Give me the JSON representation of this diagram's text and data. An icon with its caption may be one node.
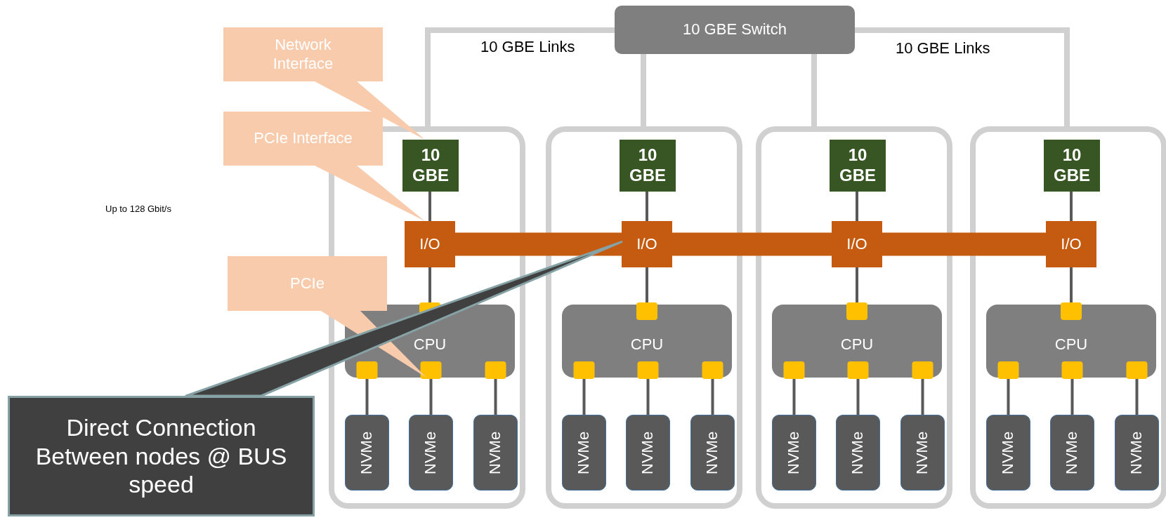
{
  "diagram": {
    "nodes": [
      {
        "text": [
          "10 GBE Switch"
        ]
      },
      {
        "text": [
          "Network Interface"
        ]
      },
      {
        "text": [
          "PCIe Interface"
        ]
      },
      {
        "text": [
          "PCIe"
        ]
      },
      {
        "text": [
          "Direct Connection Between nodes @ BUS speed"
        ]
      },
      {
        "text": [],
        "shape": "box"
      },
      {
        "text": [
          "10 GBE"
        ],
        "in": 5
      },
      {
        "text": [
          "I/O"
        ],
        "in": 5
      },
      {
        "text": [
          "CPU"
        ],
        "in": 5
      },
      {
        "text": [
          "NVMe"
        ],
        "in": 5
      },
      {
        "text": [
          "NVMe"
        ],
        "in": 5
      },
      {
        "text": [
          "NVMe"
        ],
        "in": 5
      },
      {
        "text": [],
        "shape": "box"
      },
      {
        "text": [
          "10 GBE"
        ],
        "in": 12
      },
      {
        "text": [
          "I/O"
        ],
        "in": 12
      },
      {
        "text": [
          "CPU"
        ],
        "in": 12
      },
      {
        "text": [
          "NVMe"
        ],
        "in": 12
      },
      {
        "text": [
          "NVMe"
        ],
        "in": 12
      },
      {
        "text": [
          "NVMe"
        ],
        "in": 12
      },
      {
        "text": [],
        "shape": "box"
      },
      {
        "text": [
          "10 GBE"
        ],
        "in": 19
      },
      {
        "text": [
          "I/O"
        ],
        "in": 19
      },
      {
        "text": [
          "CPU"
        ],
        "in": 19
      },
      {
        "text": [
          "NVMe"
        ],
        "in": 19
      },
      {
        "text": [
          "NVMe"
        ],
        "in": 19
      },
      {
        "text": [
          "NVMe"
        ],
        "in": 19
      },
      {
        "text": [],
        "shape": "box"
      },
      {
        "text": [
          "10 GBE"
        ],
        "in": 26
      },
      {
        "text": [
          "I/O"
        ],
        "in": 26
      },
      {
        "text": [
          "CPU"
        ],
        "in": 26
      },
      {
        "text": [
          "NVMe"
        ],
        "in": 26
      },
      {
        "text": [
          "NVMe"
        ],
        "in": 26
      },
      {
        "text": [
          "NVMe"
        ],
        "in": 26
      }
    ],
    "edges": [
      {
        "from": 0,
        "to": 5,
        "arrow": "none",
        "style": "thick",
        "color": "#d0d0d0"
      },
      {
        "from": 0,
        "to": 12,
        "arrow": "none",
        "style": "thick",
        "color": "#d0d0d0"
      },
      {
        "from": 0,
        "to": 19,
        "arrow": "none",
        "style": "thick",
        "color": "#d0d0d0"
      },
      {
        "from": 0,
        "to": 26,
        "arrow": "none",
        "style": "thick",
        "color": "#d0d0d0"
      },
      {
        "from": 1,
        "to": 6,
        "arrow": "none",
        "color": "#f8cbad"
      },
      {
        "from": 2,
        "to": 7,
        "arrow": "none",
        "color": "#f8cbad"
      },
      {
        "from": 3,
        "to": 8,
        "arrow": "none",
        "color": "#f8cbad"
      },
      {
        "from": 4,
        "to": 14,
        "arrow": "none",
        "color": "#404040"
      },
      {
        "from": 7,
        "to": 14,
        "arrow": "none",
        "style": "thick",
        "color": "#c55a11"
      },
      {
        "from": 14,
        "to": 21,
        "arrow": "none",
        "style": "thick",
        "color": "#c55a11"
      },
      {
        "from": 21,
        "to": 28,
        "arrow": "none",
        "style": "thick",
        "color": "#c55a11"
      },
      {
        "from": 6,
        "to": 7,
        "arrow": "none"
      },
      {
        "from": 7,
        "to": 8,
        "arrow": "other"
      },
      {
        "from": 8,
        "to": 9,
        "arrow": "other"
      },
      {
        "from": 8,
        "to": 10,
        "arrow": "other"
      },
      {
        "from": 8,
        "to": 11,
        "arrow": "other"
      },
      {
        "from": 13,
        "to": 14,
        "arrow": "none"
      },
      {
        "from": 14,
        "to": 15,
        "arrow": "other"
      },
      {
        "from": 15,
        "to": 16,
        "arrow": "other"
      },
      {
        "from": 15,
        "to": 17,
        "arrow": "other"
      },
      {
        "from": 15,
        "to": 18,
        "arrow": "other"
      },
      {
        "from": 20,
        "to": 21,
        "arrow": "none"
      },
      {
        "from": 21,
        "to": 22,
        "arrow": "other"
      },
      {
        "from": 22,
        "to": 23,
        "arrow": "other"
      },
      {
        "from": 22,
        "to": 24,
        "arrow": "other"
      },
      {
        "from": 22,
        "to": 25,
        "arrow": "other"
      },
      {
        "from": 27,
        "to": 28,
        "arrow": "none"
      },
      {
        "from": 28,
        "to": 29,
        "arrow": "other"
      },
      {
        "from": 29,
        "to": 30,
        "arrow": "other"
      },
      {
        "from": 29,
        "to": 31,
        "arrow": "other"
      },
      {
        "from": 29,
        "to": 32,
        "arrow": "other"
      }
    ],
    "labels": [
      "10 GBE Links",
      "10 GBE Links",
      "Up to 128 Gbit/s"
    ]
  }
}
